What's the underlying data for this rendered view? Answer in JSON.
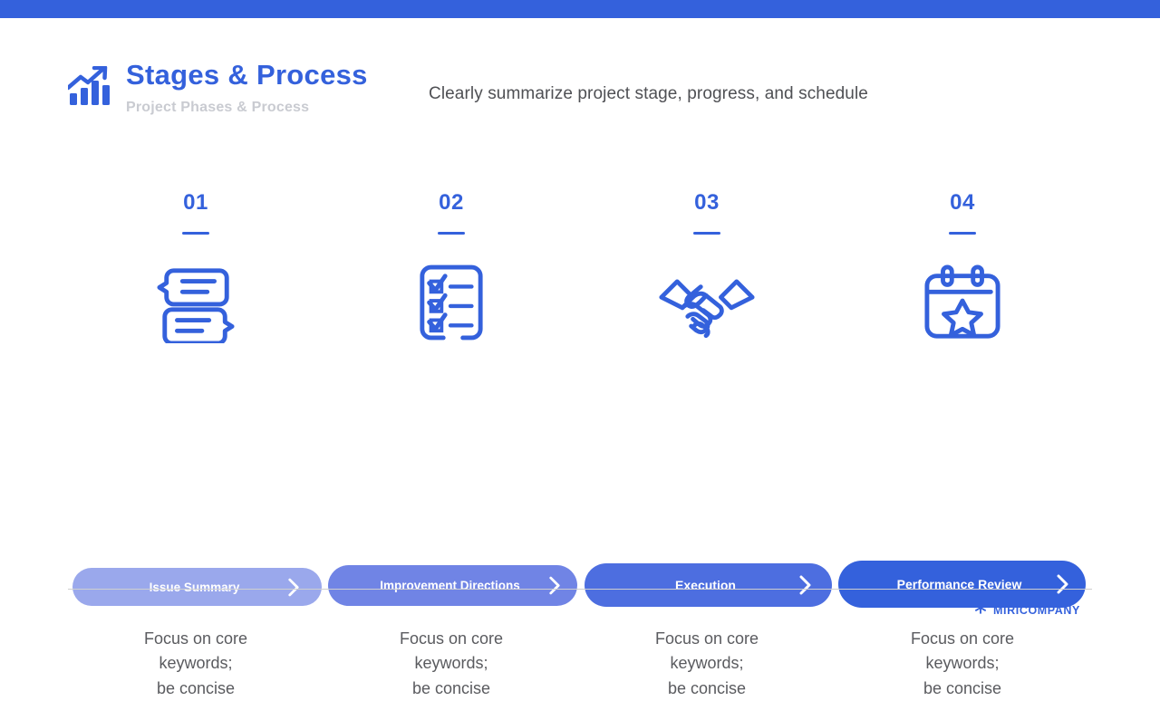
{
  "topbar": {
    "color": "#3461dc"
  },
  "header": {
    "logo_icon": "bar-chart-growth-icon",
    "title": "Stages & Process",
    "subtitle": "Project Phases & Process",
    "description": "Clearly summarize project stage, progress, and schedule"
  },
  "steps": [
    {
      "number": "01",
      "icon": "speech-bubbles-icon",
      "pill_label": "Issue Summary",
      "pill_color": "#9aa8ec",
      "chevron_icon": "chevron-right-icon",
      "description": "Focus on core\nkeywords;\nbe concise"
    },
    {
      "number": "02",
      "icon": "checklist-clipboard-icon",
      "pill_label": "Improvement Directions",
      "pill_color": "#7084e5",
      "chevron_icon": "chevron-right-icon",
      "description": "Focus on core\nkeywords;\nbe concise"
    },
    {
      "number": "03",
      "icon": "handshake-icon",
      "pill_label": "Execution",
      "pill_color": "#4d6ee0",
      "chevron_icon": "chevron-right-icon",
      "description": "Focus on core\nkeywords;\nbe concise"
    },
    {
      "number": "04",
      "icon": "calendar-star-icon",
      "pill_label": "Performance Review",
      "pill_color": "#3461dc",
      "chevron_icon": "chevron-right-icon",
      "description": "Focus on core\nkeywords;\nbe concise"
    }
  ],
  "footer": {
    "brand_icon": "asterisk-starburst-icon",
    "brand_name": "MIRICOMPANY"
  },
  "colors": {
    "accent": "#3461dc",
    "title": "#3461dc",
    "subtitle_gray": "#c9cbd1",
    "body_gray": "#5a5b5f",
    "divider": "#cfcfcf"
  }
}
